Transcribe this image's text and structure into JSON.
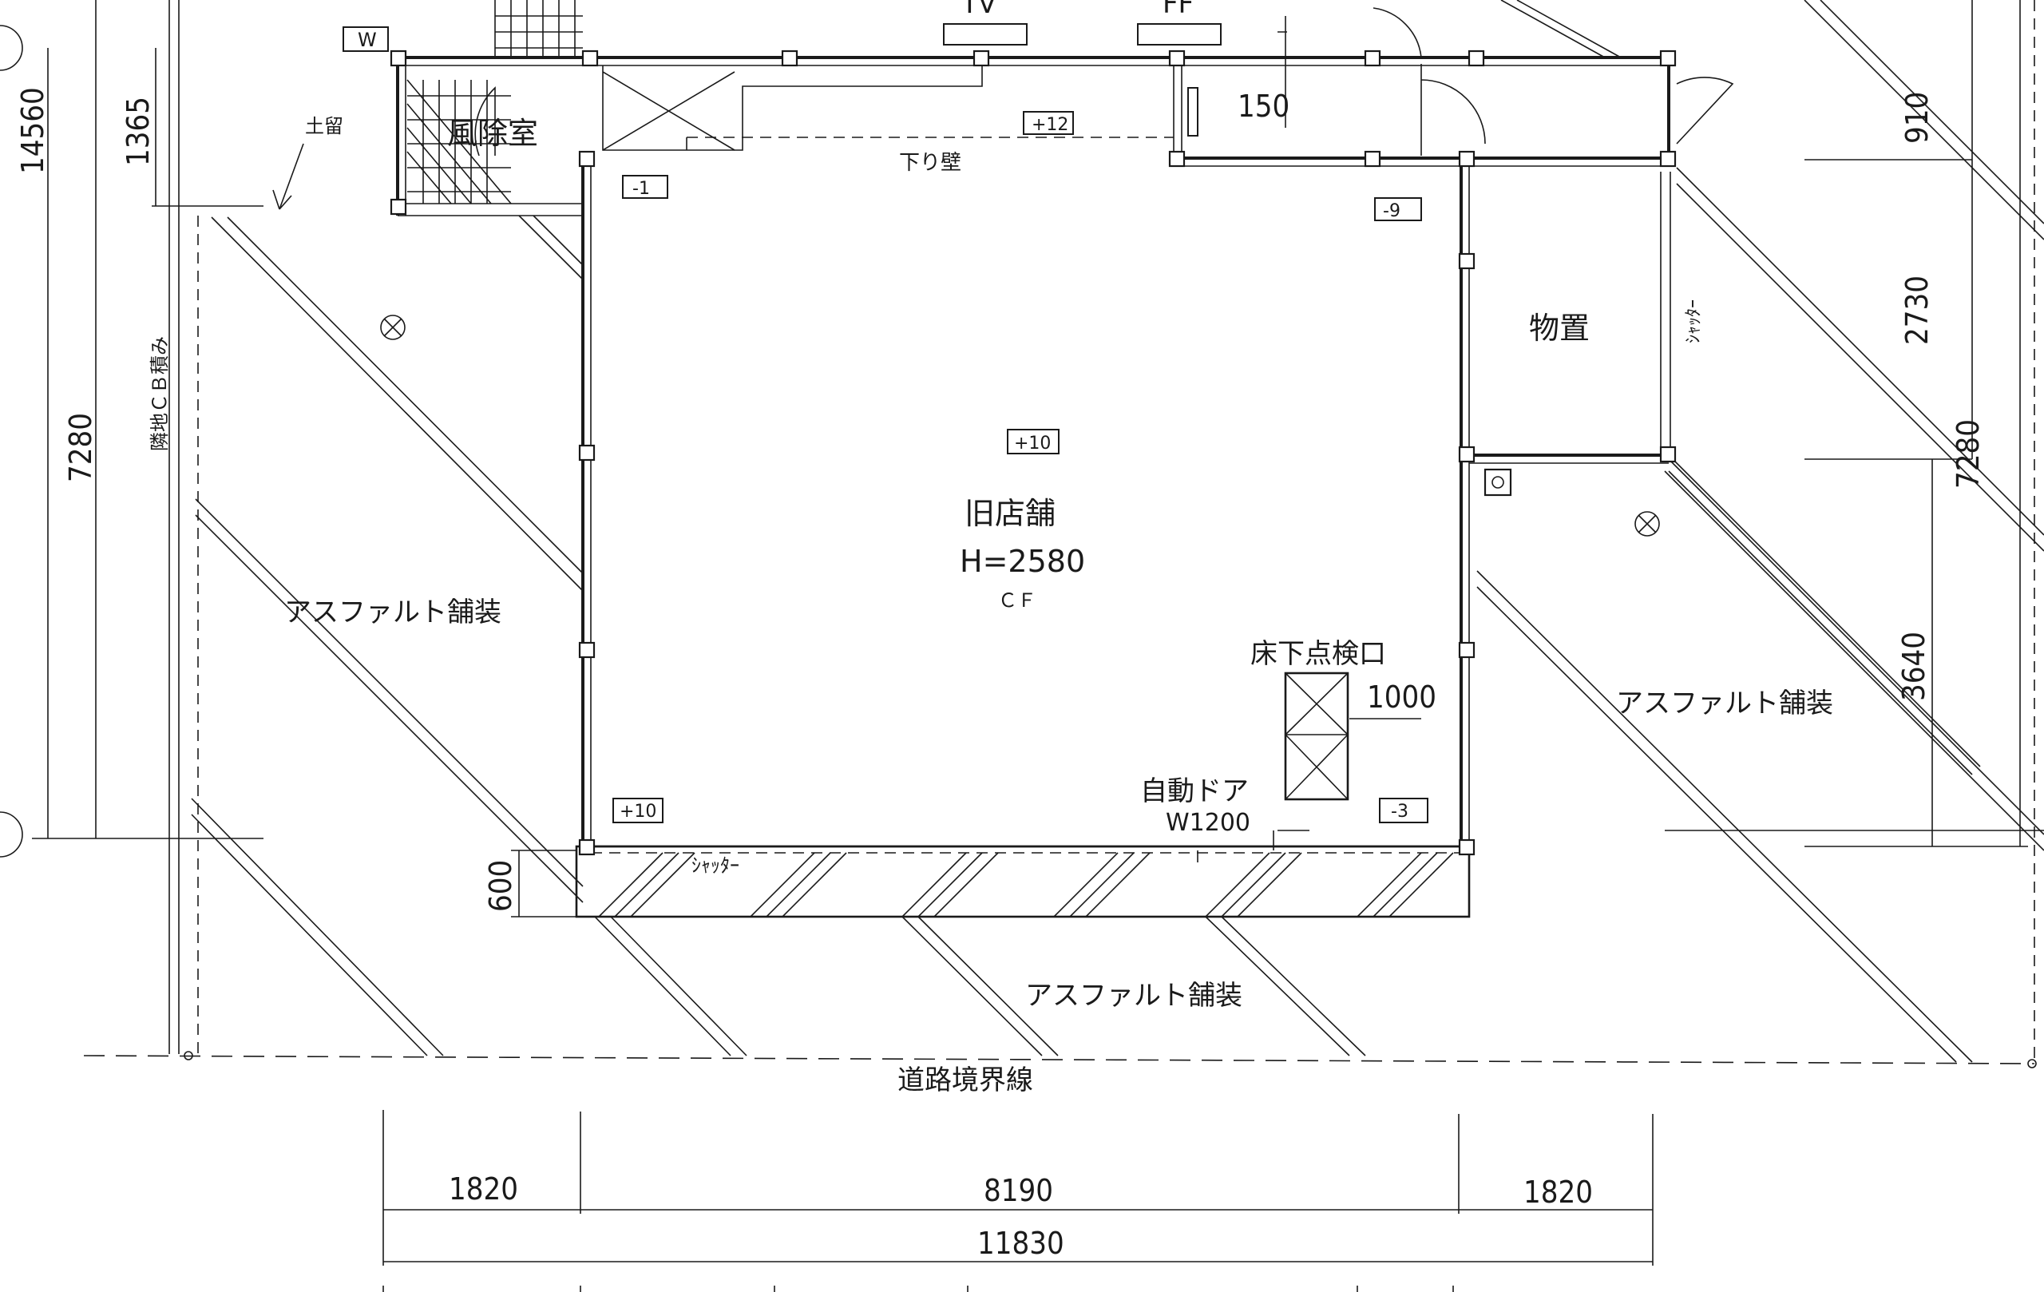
{
  "labels": {
    "old_store": "旧店舗",
    "ceiling_height": "H=2580",
    "ceiling_finish": "ＣＦ",
    "storage": "物置",
    "vestibule": "風除室",
    "asphalt_left": "アスファルト舗装",
    "asphalt_right": "アスファルト舗装",
    "asphalt_bottom": "アスファルト舗装",
    "road_boundary": "道路境界線",
    "retaining": "土留",
    "neighbor_cb": "隣地ＣＢ積み",
    "shutter_front": "ｼｬｯﾀｰ",
    "shutter_side": "ｼｬｯﾀｰ",
    "auto_door": "自動ドア",
    "auto_door_width": "W1200",
    "underfloor_hatch": "床下点検口",
    "hanging_wall": "下り壁",
    "tv": "TV",
    "ff": "FF",
    "w_mark": "W"
  },
  "level_tags": {
    "lv_minus1": "-1",
    "lv_plus12": "+12",
    "lv_minus9": "-9",
    "lv_plus10_center": "+10",
    "lv_plus10_front": "+10",
    "lv_minus3": "-3"
  },
  "dimensions": {
    "d14560": "14560",
    "d1365": "1365",
    "d7280_left": "7280",
    "d600": "600",
    "d910": "910",
    "d2730": "2730",
    "d7280_right": "7280",
    "d3640": "3640",
    "d150": "150",
    "d1000": "1000",
    "d1820_left": "1820",
    "d8190": "8190",
    "d1820_right": "1820",
    "d11830": "11830"
  }
}
